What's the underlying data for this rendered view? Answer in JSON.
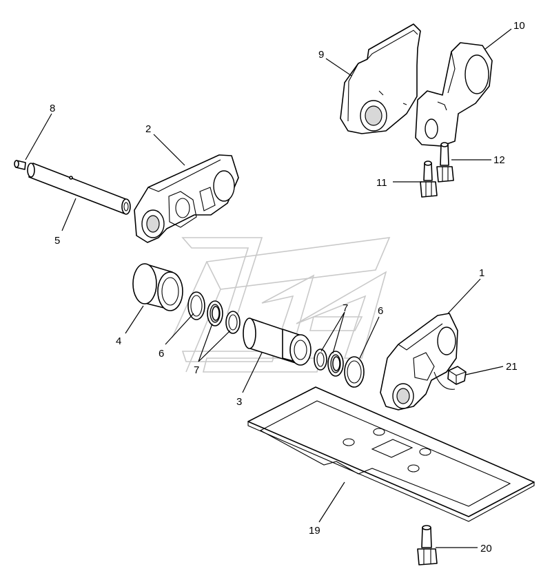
{
  "callouts": {
    "c1": "1",
    "c2": "2",
    "c3": "3",
    "c4": "4",
    "c5": "5",
    "c6a": "6",
    "c6b": "6",
    "c7a": "7",
    "c7b": "7",
    "c8": "8",
    "c9": "9",
    "c10": "10",
    "c11": "11",
    "c12": "12",
    "c19": "19",
    "c20": "20",
    "c21": "21"
  }
}
